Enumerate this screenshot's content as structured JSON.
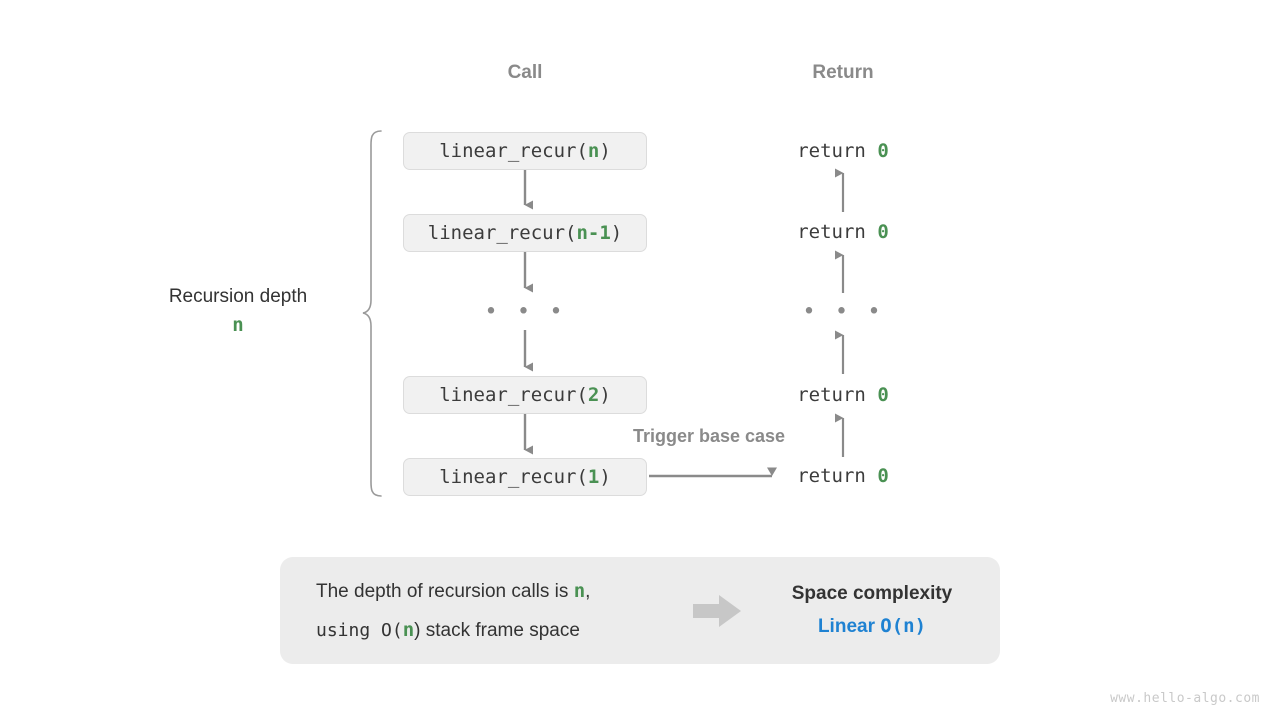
{
  "columns": {
    "call_header": "Call",
    "return_header": "Return"
  },
  "depth": {
    "label": "Recursion depth",
    "value": "n"
  },
  "call_stack": [
    {
      "text": "linear_recur(",
      "arg": "n",
      "close": ")"
    },
    {
      "text": "linear_recur(",
      "arg": "n-1",
      "close": ")"
    },
    {
      "text": "linear_recur(",
      "arg": "2",
      "close": ")"
    },
    {
      "text": "linear_recur(",
      "arg": "1",
      "close": ")"
    }
  ],
  "returns": [
    {
      "keyword": "return",
      "value": "0"
    },
    {
      "keyword": "return",
      "value": "0"
    },
    {
      "keyword": "return",
      "value": "0"
    },
    {
      "keyword": "return",
      "value": "0"
    }
  ],
  "ellipsis": "• • •",
  "trigger_label": "Trigger base case",
  "summary": {
    "line1_a": "The depth of recursion calls is ",
    "line1_n": "n",
    "line1_b": ",",
    "line2_a": "using O(",
    "line2_n": "n",
    "line2_b": ") stack frame space",
    "title": "Space complexity",
    "result_word": "Linear",
    "result_notation": "O(n)"
  },
  "watermark": "www.hello-algo.com",
  "colors": {
    "green": "#4a9153",
    "blue": "#1f82d2",
    "gray_text": "#8a8a8a",
    "dark_text": "#333333",
    "box_fill": "#f1f1f1",
    "panel_fill": "#ececec",
    "connector": "#8a8a8a"
  }
}
